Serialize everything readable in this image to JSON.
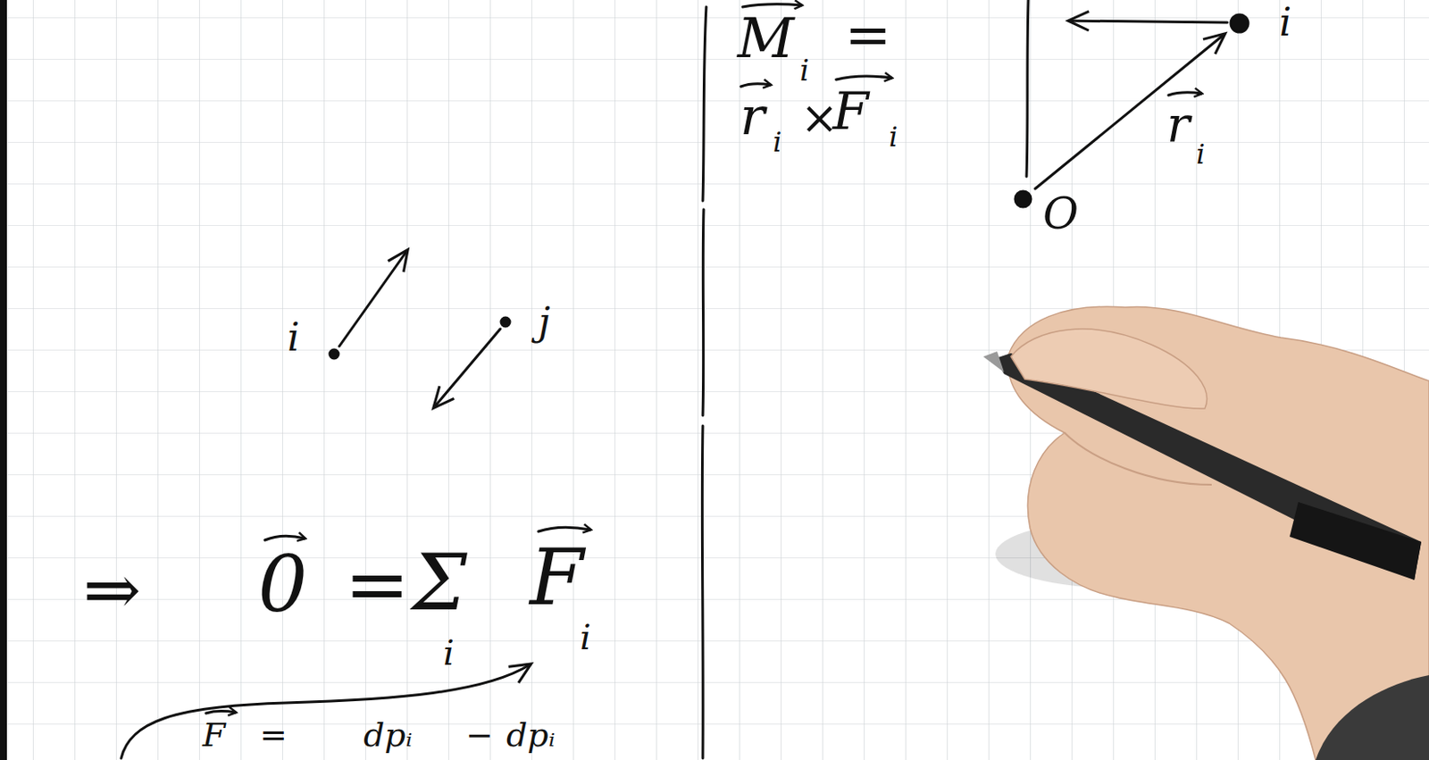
{
  "diagram": {
    "labels": [
      "i",
      "j",
      "M",
      "i",
      "=",
      "r",
      "i",
      "×",
      "F",
      "i",
      "i",
      "O",
      "r",
      "i",
      "⇒",
      "0",
      "=",
      "Σ",
      "i",
      "F",
      "i",
      "F",
      "=",
      "dpᵢ",
      "−",
      "dpᵢ"
    ]
  }
}
